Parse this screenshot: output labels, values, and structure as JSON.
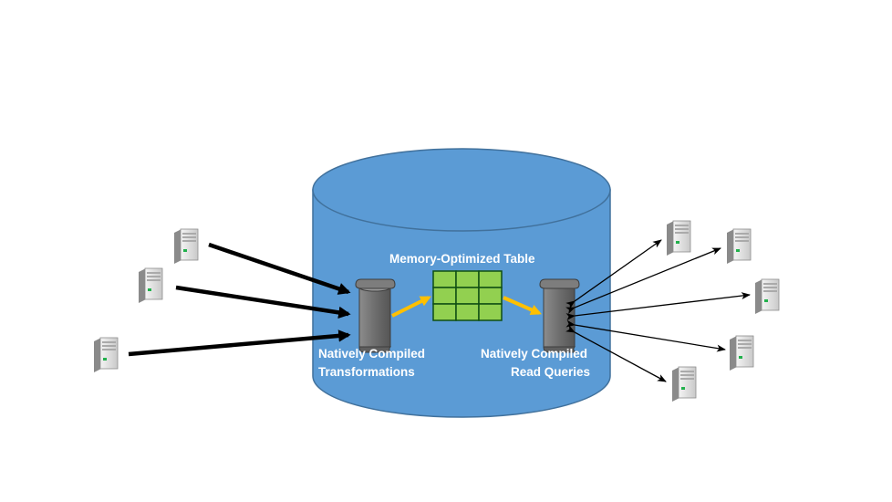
{
  "diagram": {
    "table_label": "Memory-Optimized Table",
    "left_procedure_label": [
      "Natively Compiled",
      "Transformations"
    ],
    "right_procedure_label": [
      "Natively Compiled",
      "Read Queries"
    ],
    "colors": {
      "database": "#5b9bd5",
      "table_cells": "#92d050",
      "flow_arrows": "#ffc000",
      "client_arrows": "#000000"
    },
    "icons": {
      "clients": "server-icon",
      "procedures": "scroll-icon"
    }
  }
}
